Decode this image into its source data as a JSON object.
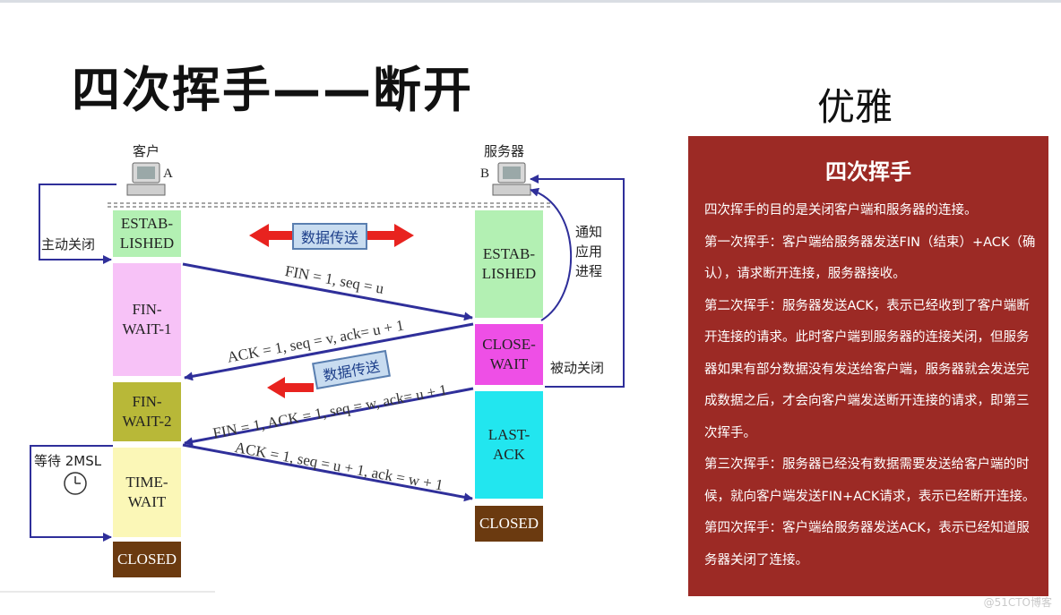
{
  "title": "四次挥手——断开",
  "subtitle": "优雅",
  "diagram": {
    "client_label": "客户",
    "client_letter": "A",
    "server_label": "服务器",
    "server_letter": "B",
    "client_states": [
      "ESTAB-\nLISHED",
      "FIN-\nWAIT-1",
      "FIN-\nWAIT-2",
      "TIME-\nWAIT",
      "CLOSED"
    ],
    "server_states": [
      "ESTAB-\nLISHED",
      "CLOSE-\nWAIT",
      "LAST-\nACK",
      "CLOSED"
    ],
    "active_close": "主动关闭",
    "passive_close": "被动关闭",
    "notify_app": "通知\n应用\n进程",
    "wait_label": "等待 2MSL",
    "data_transfer_1": "数据传送",
    "data_transfer_2": "数据传送",
    "messages": [
      "FIN = 1, seq = u",
      "ACK = 1, seq = v, ack= u + 1",
      "FIN = 1, ACK = 1, seq = w, ack= u + 1",
      "ACK = 1, seq = u + 1, ack = w + 1"
    ],
    "colors": {
      "established": "#b3f0b3",
      "fin_wait_1": "#f7c2f7",
      "fin_wait_2": "#b8b838",
      "time_wait": "#fbf7b7",
      "closed": "#6b3a10",
      "close_wait": "#ee4fe6",
      "last_ack": "#22e6ef",
      "arrow": "#2f2f9a",
      "red_arrow": "#e8231f"
    }
  },
  "panel": {
    "title": "四次挥手",
    "paragraphs": [
      "四次挥手的目的是关闭客户端和服务器的连接。",
      "第一次挥手：客户端给服务器发送FIN（结束）+ACK（确认），请求断开连接，服务器接收。",
      "第二次挥手：服务器发送ACK，表示已经收到了客户端断开连接的请求。此时客户端到服务器的连接关闭，但服务器如果有部分数据没有发送给客户端，服务器就会发送完成数据之后，才会向客户端发送断开连接的请求，即第三次挥手。",
      "第三次挥手：服务器已经没有数据需要发送给客户端的时候，就向客户端发送FIN+ACK请求，表示已经断开连接。",
      "第四次挥手：客户端给服务器发送ACK，表示已经知道服务器关闭了连接。"
    ],
    "background": "#9c2a25"
  },
  "watermark": "@51CTO博客"
}
